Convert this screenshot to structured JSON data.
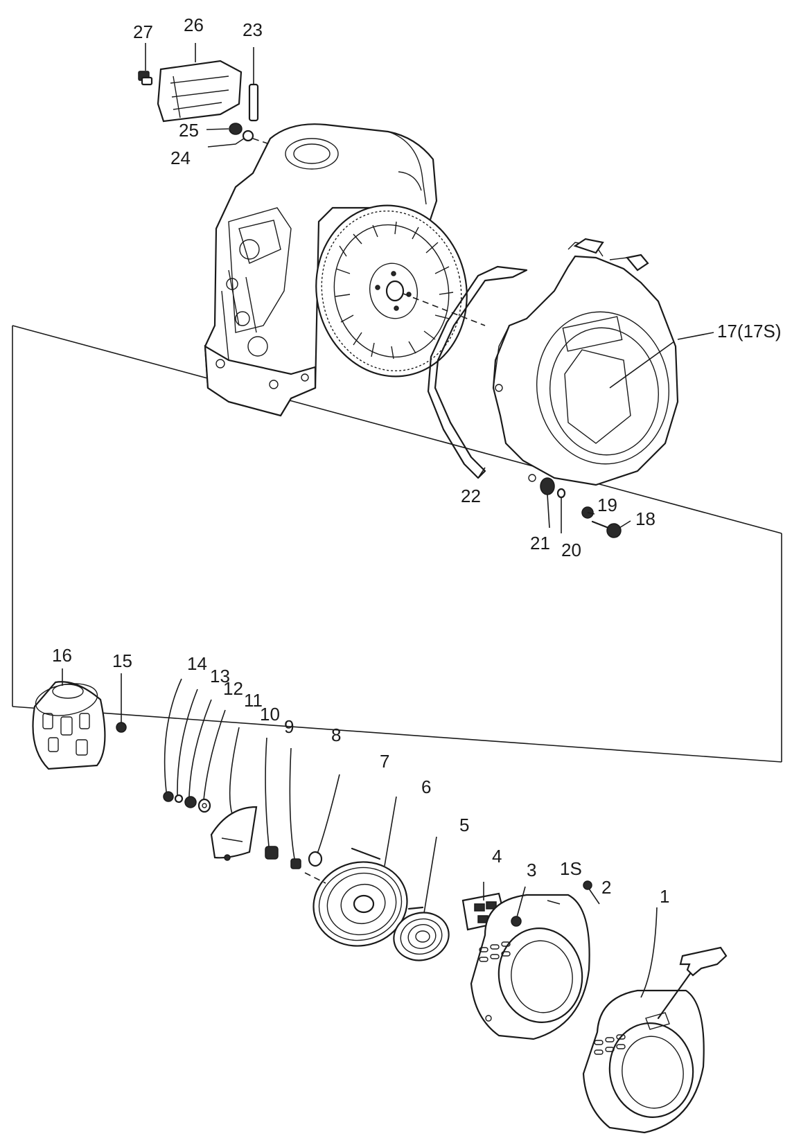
{
  "parts": [
    {
      "id": "p27",
      "label": "27"
    },
    {
      "id": "p26",
      "label": "26"
    },
    {
      "id": "p23",
      "label": "23"
    },
    {
      "id": "p25",
      "label": "25"
    },
    {
      "id": "p24",
      "label": "24"
    },
    {
      "id": "p17",
      "label": "17(17S)"
    },
    {
      "id": "p22",
      "label": "22"
    },
    {
      "id": "p19",
      "label": "19"
    },
    {
      "id": "p18",
      "label": "18"
    },
    {
      "id": "p21",
      "label": "21"
    },
    {
      "id": "p20",
      "label": "20"
    },
    {
      "id": "p16",
      "label": "16"
    },
    {
      "id": "p15",
      "label": "15"
    },
    {
      "id": "p14",
      "label": "14"
    },
    {
      "id": "p13",
      "label": "13"
    },
    {
      "id": "p12",
      "label": "12"
    },
    {
      "id": "p11",
      "label": "11"
    },
    {
      "id": "p10",
      "label": "10"
    },
    {
      "id": "p9",
      "label": "9"
    },
    {
      "id": "p8",
      "label": "8"
    },
    {
      "id": "p7",
      "label": "7"
    },
    {
      "id": "p6",
      "label": "6"
    },
    {
      "id": "p5",
      "label": "5"
    },
    {
      "id": "p4",
      "label": "4"
    },
    {
      "id": "p3",
      "label": "3"
    },
    {
      "id": "p1S",
      "label": "1S"
    },
    {
      "id": "p2",
      "label": "2"
    },
    {
      "id": "p1",
      "label": "1"
    }
  ]
}
